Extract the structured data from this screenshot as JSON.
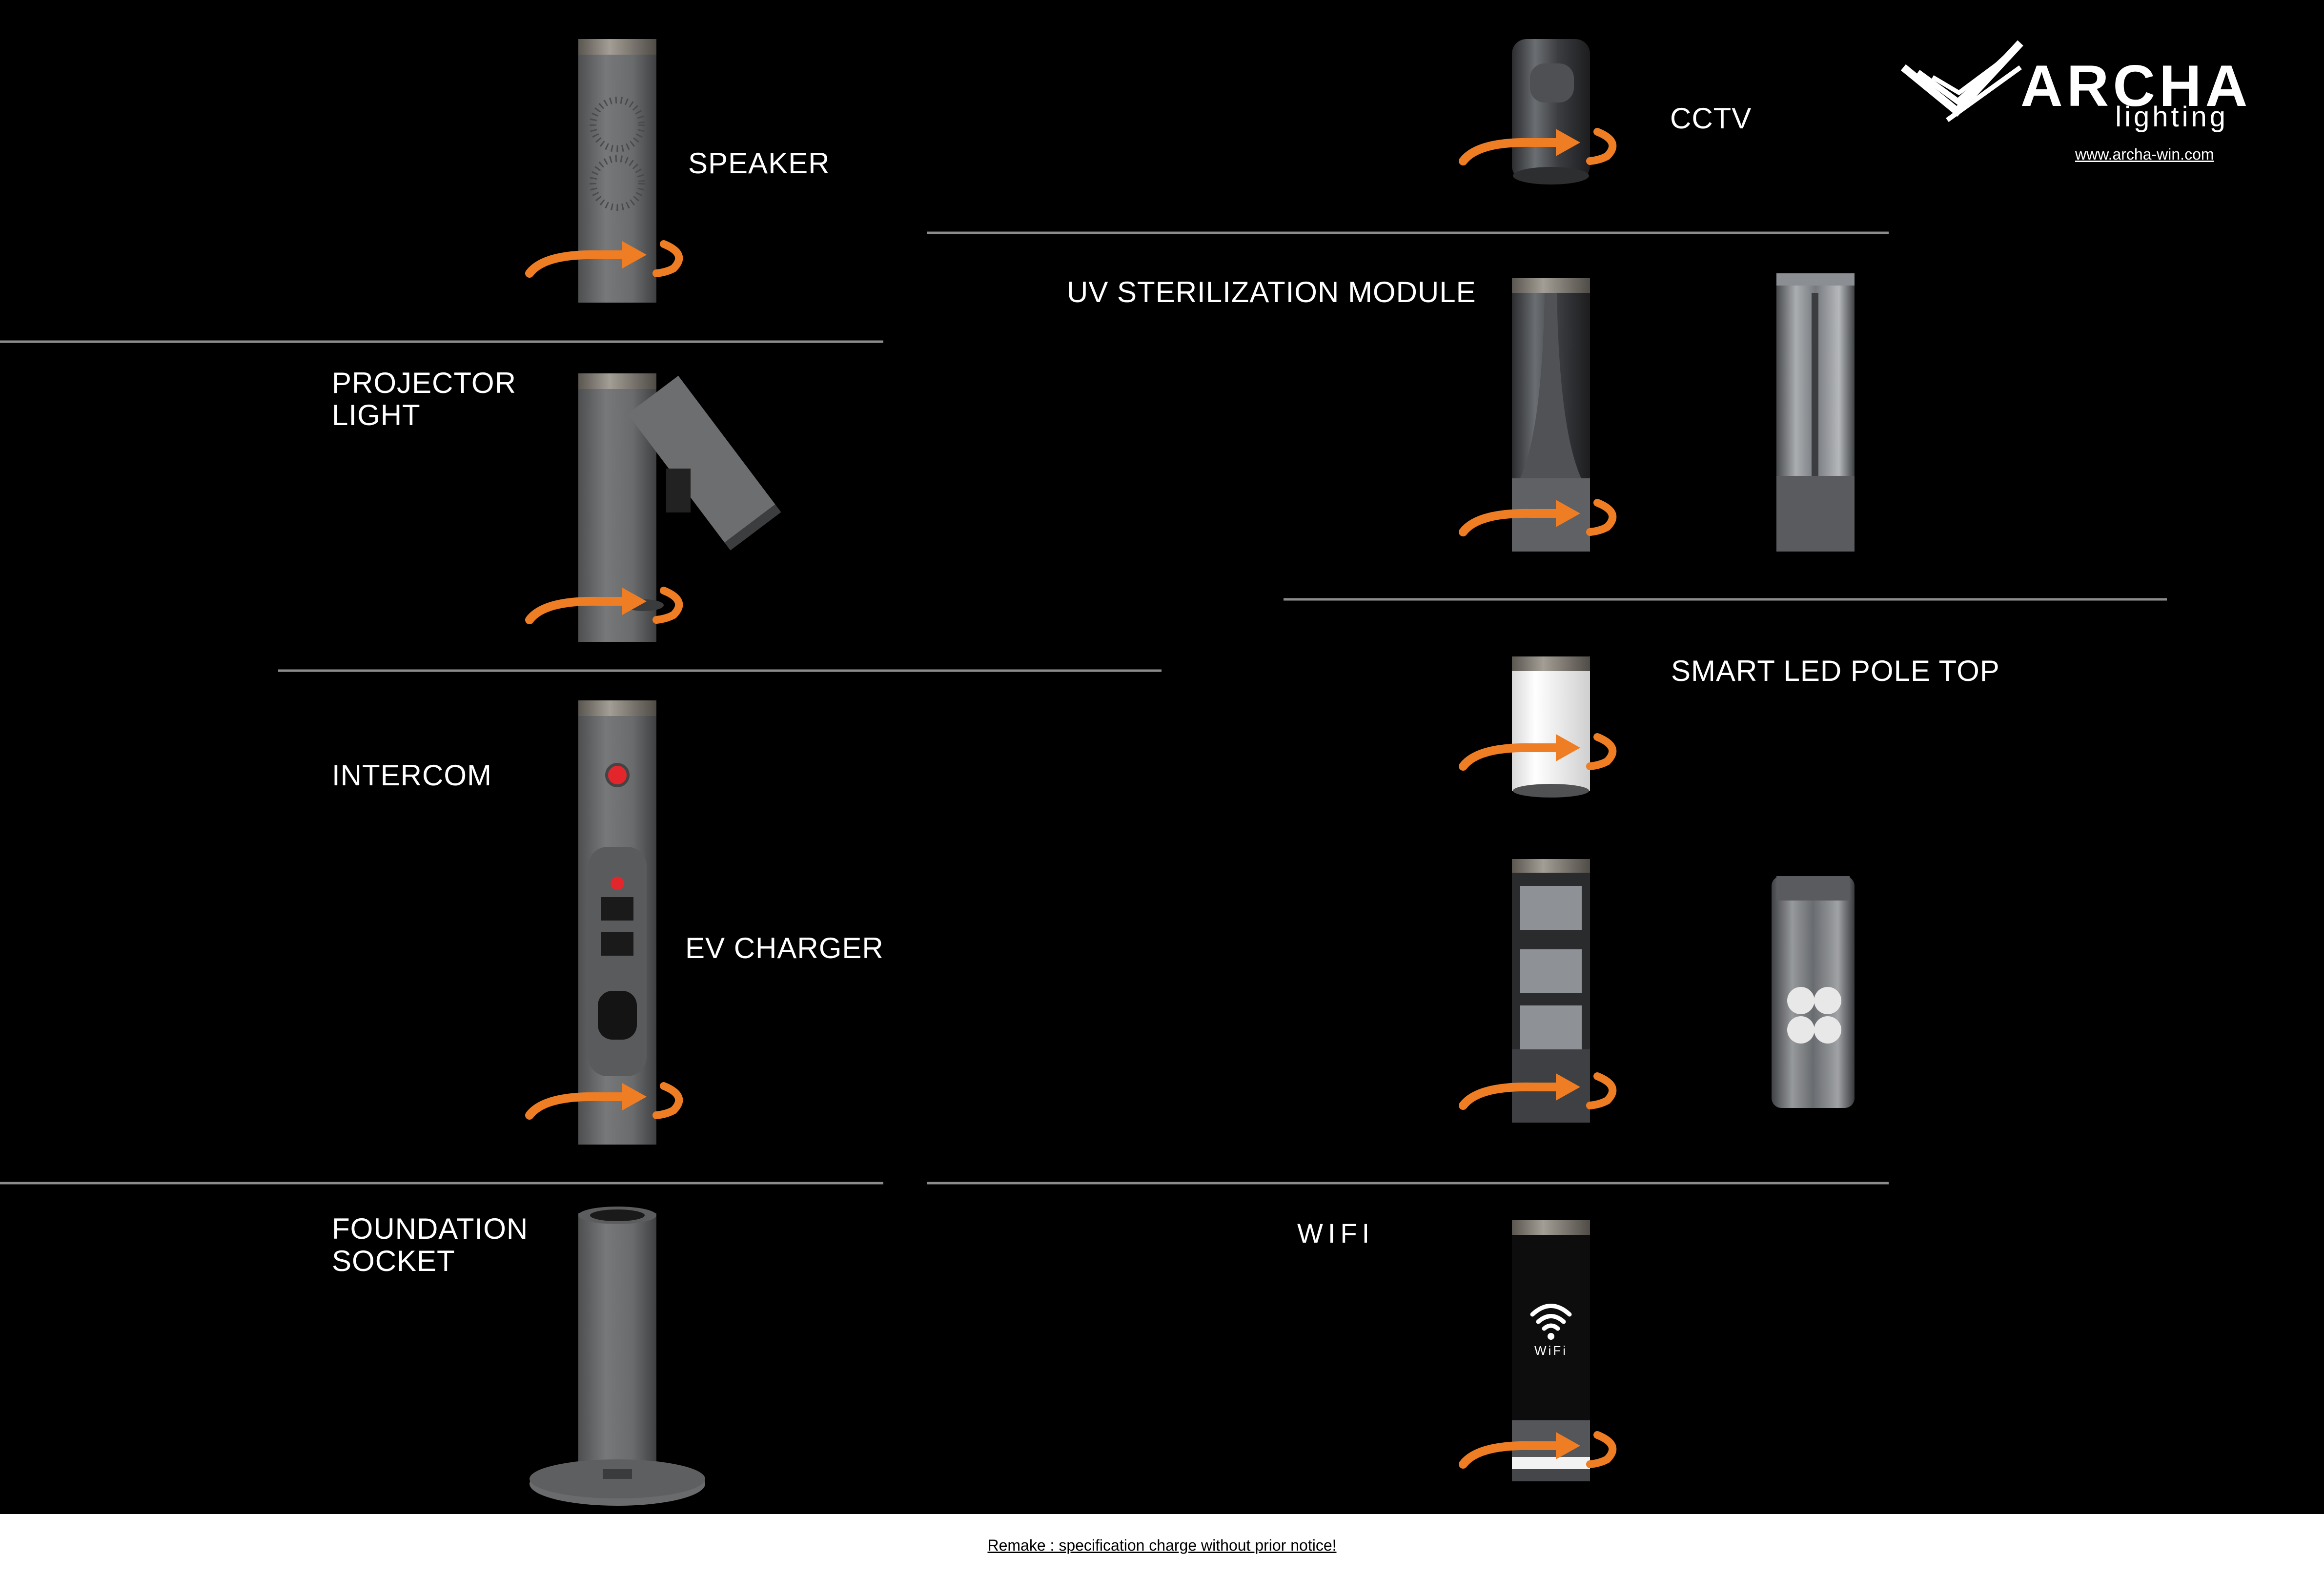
{
  "brand": {
    "name": "ARCHA",
    "tagline": "lighting",
    "website": "www.archa-win.com"
  },
  "modules": {
    "speaker": "SPEAKER",
    "projector": [
      "PROJECTOR",
      "LIGHT"
    ],
    "intercom": "INTERCOM",
    "ev_charger": "EV CHARGER",
    "foundation": [
      "FOUNDATION",
      "SOCKET"
    ],
    "cctv": "CCTV",
    "uv": "UV STERILIZATION MODULE",
    "smart_led": "SMART LED POLE TOP",
    "wifi": "WIFI",
    "wifi_panel_text": "WiFi"
  },
  "footer": {
    "remark": "Remake : specification charge without prior notice!"
  },
  "colors": {
    "background": "#000000",
    "pole_grey": "#6d6e70",
    "pole_dark": "#4d4e50",
    "cap_metal": "#8a8680",
    "rotation_arrow": "#ee7d24",
    "text": "#ffffff",
    "divider": "#8c8c8c"
  },
  "icons": [
    "rotation-arrow-icon",
    "wifi-icon",
    "speaker-grille-icon",
    "emergency-button-icon",
    "charging-socket-icon"
  ]
}
